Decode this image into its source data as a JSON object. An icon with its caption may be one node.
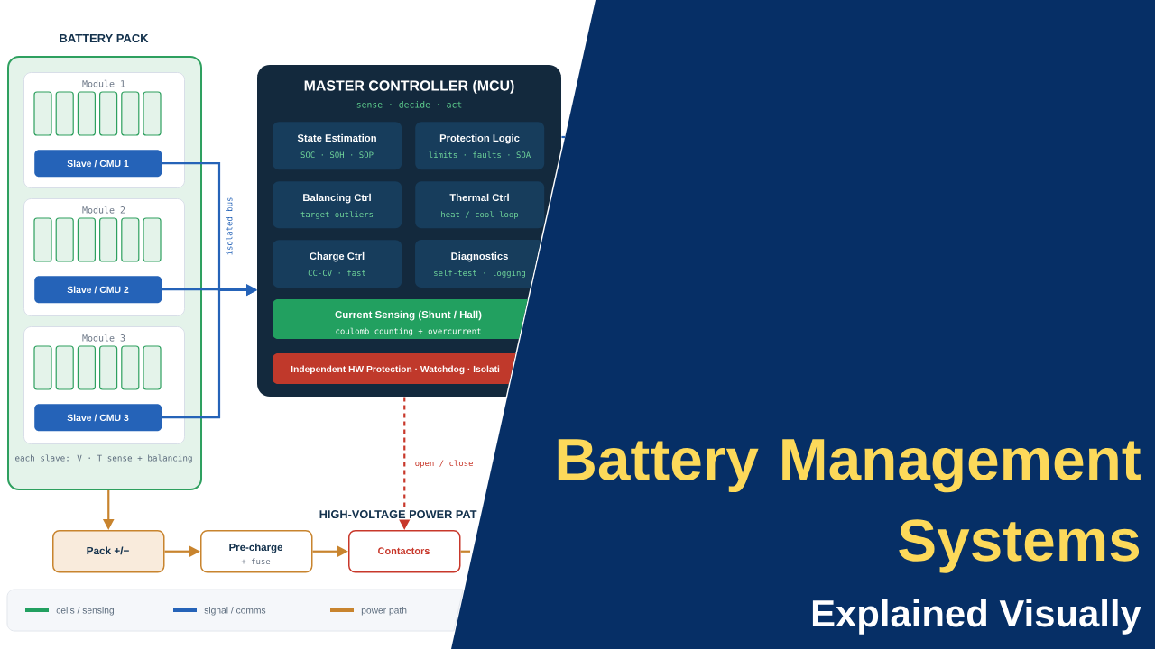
{
  "diagram": {
    "title": "Battery Management Systems",
    "nodes": [
      {
        "text": [
          "BATTERY PACK",
          "each slave: V · T sense + balancing"
        ]
      },
      {
        "text": [
          "Module 1"
        ],
        "in": 0
      },
      {
        "text": [
          "Slave / CMU 1"
        ],
        "in": 1
      },
      {
        "text": [
          "Module 2"
        ],
        "in": 0
      },
      {
        "text": [
          "Slave / CMU 2"
        ],
        "in": 3
      },
      {
        "text": [
          "Module 3"
        ],
        "in": 0
      },
      {
        "text": [
          "Slave / CMU 3"
        ],
        "in": 5
      },
      {
        "text": [
          "MASTER CONTROLLER (MCU)",
          "sense · decide · act"
        ]
      },
      {
        "text": [
          "State Estimation",
          "SOC · SOH · SOP"
        ],
        "in": 7
      },
      {
        "text": [
          "Protection Logic",
          "limits · faults · SOA"
        ],
        "in": 7
      },
      {
        "text": [
          "Balancing Ctrl",
          "target outliers"
        ],
        "in": 7
      },
      {
        "text": [
          "Thermal Ctrl",
          "heat / cool loop"
        ],
        "in": 7
      },
      {
        "text": [
          "Charge Ctrl",
          "CC-CV · fast"
        ],
        "in": 7
      },
      {
        "text": [
          "Diagnostics",
          "self-test · logging"
        ],
        "in": 7
      },
      {
        "text": [
          "Current Sensing (Shunt / Hall)",
          "coulomb counting + overcurrent"
        ],
        "in": 7
      },
      {
        "text": [
          "Independent HW Protection · Watchdog · Isolati"
        ],
        "in": 7
      },
      {
        "text": [
          "Pack +/−"
        ]
      },
      {
        "text": [
          "Pre-charge",
          "+ fuse"
        ]
      },
      {
        "text": [
          "Contactors"
        ]
      }
    ],
    "edges": [
      {
        "from": 2,
        "to": 7,
        "arrow": "to",
        "label": "isolated bus",
        "color": "#2563b8"
      },
      {
        "from": 4,
        "to": 7,
        "arrow": "to",
        "color": "#2563b8"
      },
      {
        "from": 6,
        "to": 7,
        "arrow": "to",
        "color": "#2563b8"
      },
      {
        "from": 7,
        "to": null,
        "arrow": "none",
        "color": "#2563b8"
      },
      {
        "from": 0,
        "to": 16,
        "arrow": "to",
        "color": "#c8842e"
      },
      {
        "from": 16,
        "to": 17,
        "arrow": "to",
        "color": "#c8842e"
      },
      {
        "from": 17,
        "to": 18,
        "arrow": "to",
        "color": "#c8842e"
      },
      {
        "from": 7,
        "to": 18,
        "arrow": "to",
        "label": "open / close",
        "style": "dashed",
        "color": "#c8382b"
      },
      {
        "from": 18,
        "to": null,
        "arrow": "none",
        "color": "#c8842e"
      }
    ],
    "labels": [
      "HIGH-VOLTAGE POWER PAT",
      "Explained Visually"
    ],
    "legend": [
      {
        "text": "cells / sensing",
        "color": "#22a060"
      },
      {
        "text": "signal / comms",
        "color": "#2563b8"
      },
      {
        "text": "power path",
        "color": "#c8842e"
      }
    ]
  }
}
